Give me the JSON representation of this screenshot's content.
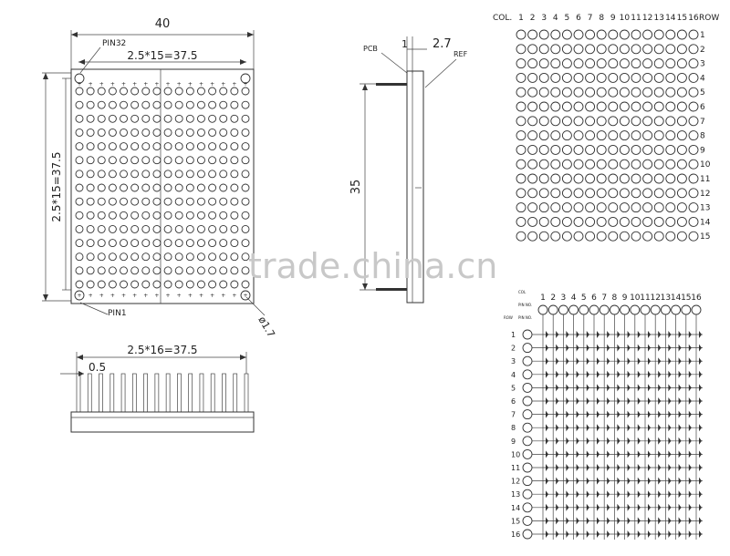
{
  "front_view": {
    "overall_width": "40",
    "pitch_top": "2.5*15=37.5",
    "pitch_side": "2.5*15=37.5",
    "pin32_label": "PIN32",
    "pin1_label": "PIN1",
    "hole_dia": "ø1.7",
    "dot_cols": 16,
    "dot_rows": 15
  },
  "side_view": {
    "pcb_label": "PCB",
    "dim_1": "1",
    "dim_27": "2.7",
    "ref_label": "REF",
    "height_label": "35"
  },
  "bottom_view": {
    "pitch_label": "2.5*16=37.5",
    "pin_width": "0.5",
    "pin_count": 16
  },
  "dot_grid": {
    "col_title": "COL.",
    "row_title": "ROW",
    "col_numbers": [
      "1",
      "2",
      "3",
      "4",
      "5",
      "6",
      "7",
      "8",
      "9",
      "10",
      "11",
      "12",
      "13",
      "14",
      "15",
      "16"
    ],
    "row_numbers": [
      "1",
      "2",
      "3",
      "4",
      "5",
      "6",
      "7",
      "8",
      "9",
      "10",
      "11",
      "12",
      "13",
      "14",
      "15"
    ]
  },
  "circuit": {
    "col_numbers": [
      "1",
      "2",
      "3",
      "4",
      "5",
      "6",
      "7",
      "8",
      "9",
      "10",
      "11",
      "12",
      "13",
      "14",
      "15",
      "16"
    ],
    "row_numbers": [
      "1",
      "2",
      "3",
      "4",
      "5",
      "6",
      "7",
      "8",
      "9",
      "10",
      "11",
      "12",
      "13",
      "14",
      "15",
      "16"
    ],
    "small_labels": [
      "COL",
      "PIN NO.",
      "ROW",
      "PIN NO."
    ]
  },
  "watermark": "trade.china.cn"
}
